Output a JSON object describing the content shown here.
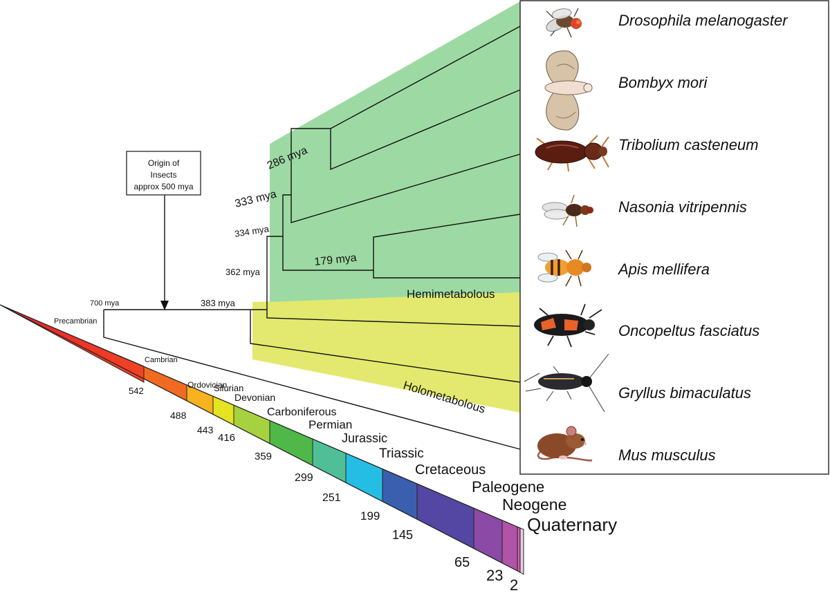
{
  "origin_box": {
    "lines": [
      "Origin of",
      "Insects",
      "approx 500 mya"
    ]
  },
  "node_labels": {
    "n700": "700 mya",
    "n383": "383 mya",
    "n362": "362 mya",
    "n334": "334 mya",
    "n333": "333 mya",
    "n286": "286 mya",
    "n179": "179 mya"
  },
  "group_labels": {
    "green": "Hemimetabolous",
    "yellow": "Holometabolous"
  },
  "species": [
    {
      "name": "Drosophila melanogaster",
      "icon": "fly-icon"
    },
    {
      "name": "Bombyx mori",
      "icon": "silkmoth-icon"
    },
    {
      "name": "Tribolium casteneum",
      "icon": "beetle-icon"
    },
    {
      "name": "Nasonia vitripennis",
      "icon": "wasp-icon"
    },
    {
      "name": "Apis mellifera",
      "icon": "honeybee-icon"
    },
    {
      "name": "Oncopeltus fasciatus",
      "icon": "milkweed-bug-icon"
    },
    {
      "name": "Gryllus bimaculatus",
      "icon": "cricket-icon"
    },
    {
      "name": "Mus musculus",
      "icon": "mouse-icon"
    }
  ],
  "timescale": {
    "precambrian": "Precambrian",
    "periods": [
      {
        "name": "Cambrian",
        "start": "542",
        "color": "#f06a22"
      },
      {
        "name": "Ordovician",
        "start": "488",
        "color": "#f6b21f"
      },
      {
        "name": "Silurian",
        "start": "443",
        "color": "#e6e422"
      },
      {
        "name": "Devonian",
        "start": "416",
        "color": "#a7d23f"
      },
      {
        "name": "Carboniferous",
        "start": "359",
        "color": "#4fb848"
      },
      {
        "name": "Permian",
        "start": "299",
        "color": "#4fbf98"
      },
      {
        "name": "Jurassic",
        "start": "251",
        "color": "#26bde4"
      },
      {
        "name": "Triassic",
        "start": "199",
        "color": "#3a5fae"
      },
      {
        "name": "Cretaceous",
        "start": "145",
        "color": "#5347a3"
      },
      {
        "name": "Paleogene",
        "start": "65",
        "color": "#8a4aa6"
      },
      {
        "name": "Neogene",
        "start": "23",
        "color": "#b054a8"
      },
      {
        "name": "Quaternary",
        "start": "2",
        "color": "#cf5fb0"
      }
    ],
    "precambrian_gradient": [
      "#e8222a",
      "#f04424"
    ]
  },
  "colors": {
    "green_region": "#9ddaa3",
    "yellow_region": "#e3e96e"
  }
}
